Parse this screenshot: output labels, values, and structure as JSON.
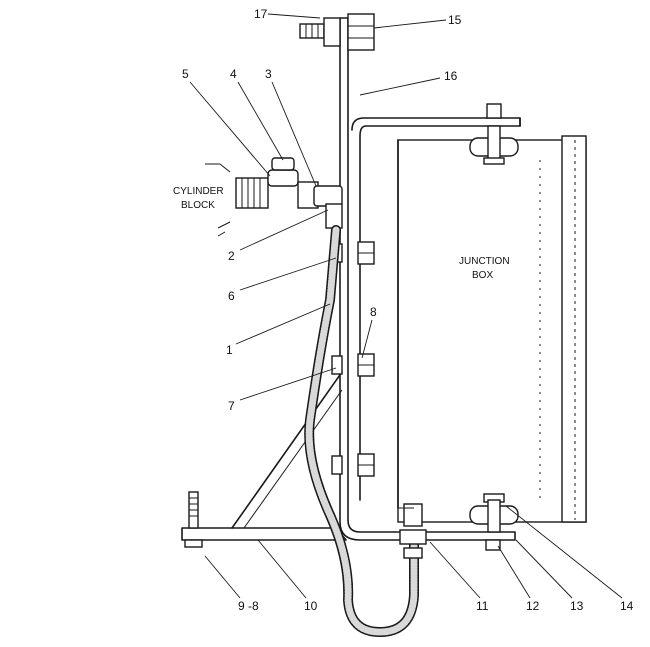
{
  "labels": {
    "cylinder_block_line1": "CYLINDER",
    "cylinder_block_line2": "BLOCK",
    "junction_box_line1": "JUNCTION",
    "junction_box_line2": "BOX"
  },
  "callouts": {
    "c1": "1",
    "c2": "2",
    "c3": "3",
    "c4": "4",
    "c5": "5",
    "c6": "6",
    "c7": "7",
    "c8": "8",
    "c9": "9 -8",
    "c10": "10",
    "c11": "11",
    "c12": "12",
    "c13": "13",
    "c14": "14",
    "c15": "15",
    "c16": "16",
    "c17": "17"
  }
}
